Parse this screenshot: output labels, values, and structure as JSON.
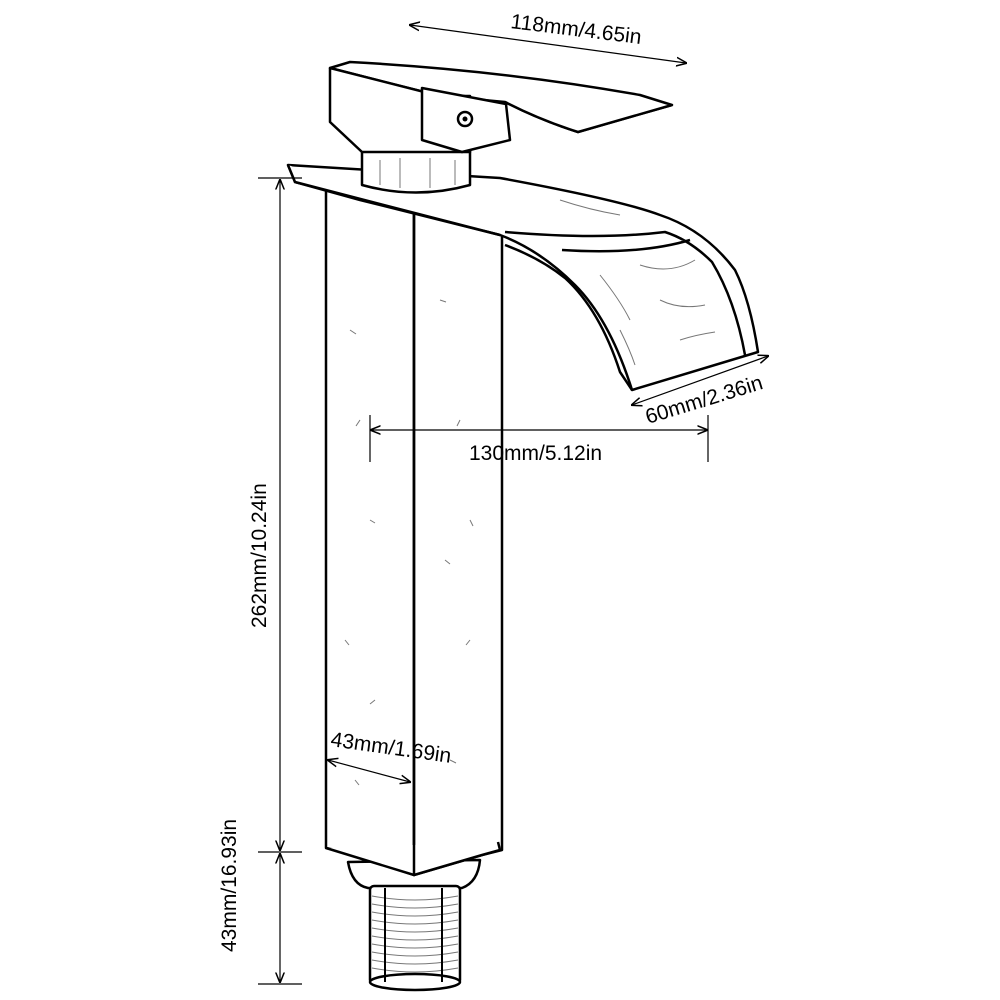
{
  "dimensions": {
    "handle_width": "118mm/4.65in",
    "spout_width": "60mm/2.36in",
    "spout_reach": "130mm/5.12in",
    "body_height": "262mm/10.24in",
    "body_width": "43mm/1.69in",
    "thread_length": "43mm/16.93in"
  }
}
